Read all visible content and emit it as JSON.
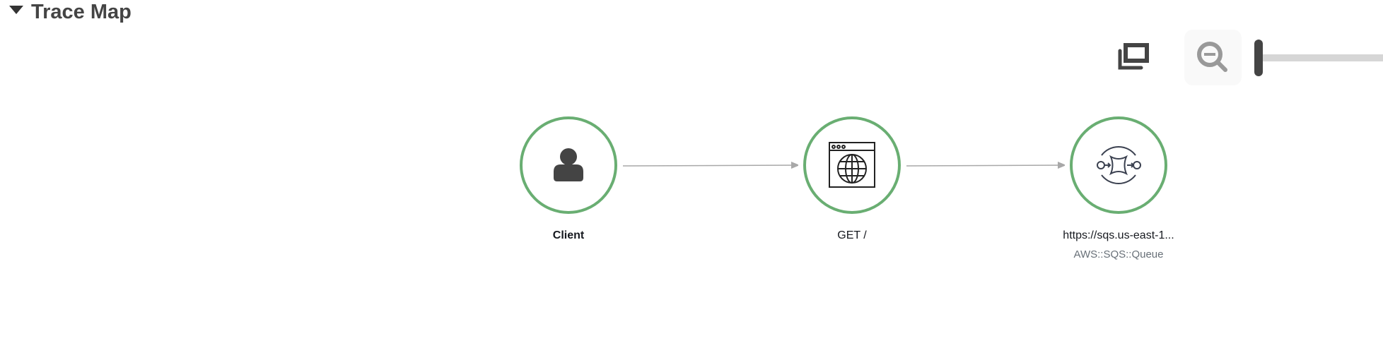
{
  "section": {
    "title": "Trace Map",
    "expanded": true
  },
  "toolbar": {
    "copy_icon": "copy-icon",
    "zoom_icon": "zoom-out-icon",
    "zoom_level": 0
  },
  "colors": {
    "node_ok": "#69ae72",
    "edge": "#a8a8a8",
    "icon": "#444444"
  },
  "nodes": [
    {
      "name": "Client",
      "type": "",
      "icon": "user-icon"
    },
    {
      "name": "GET /",
      "type": "",
      "icon": "web-globe-icon"
    },
    {
      "name": "https://sqs.us-east-1...",
      "type": "AWS::SQS::Queue",
      "icon": "sqs-queue-icon"
    }
  ]
}
